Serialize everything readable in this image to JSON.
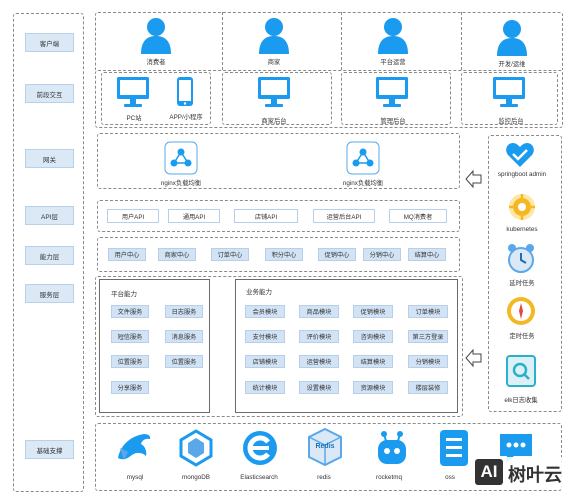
{
  "layers": [
    "客户端",
    "前段交互",
    "网关",
    "API层",
    "能力层",
    "服务层",
    "基础支撑"
  ],
  "clients": [
    "消费者",
    "商家",
    "平台运营",
    "开发/运维"
  ],
  "frontends": [
    "PC站",
    "APP/小程序",
    "商家后台",
    "管理后台",
    "监控后台"
  ],
  "gateway": [
    "nginx负载均衡",
    "nginx负载均衡"
  ],
  "apis": [
    "用户API",
    "通用API",
    "店铺API",
    "运营后台API",
    "MQ消费者"
  ],
  "centers": [
    "用户中心",
    "商家中心",
    "订单中心",
    "积分中心",
    "促销中心",
    "分销中心",
    "结算中心"
  ],
  "platform": {
    "title": "平台能力",
    "items": [
      "文件服务",
      "日志服务",
      "短信服务",
      "消息服务",
      "位置服务",
      "位置服务",
      "分享服务"
    ]
  },
  "business": {
    "title": "业务能力",
    "items": [
      "会员模块",
      "商品模块",
      "促销模块",
      "订单模块",
      "支付模块",
      "评价模块",
      "咨询模块",
      "第三方登录",
      "店铺模块",
      "运营模块",
      "结算模块",
      "分销模块",
      "统计模块",
      "设置模块",
      "资源模块",
      "楼层装修"
    ]
  },
  "ops": [
    "springboot admin",
    "kubernetes",
    "延时任务",
    "定时任务",
    "elk日志收集"
  ],
  "infra": [
    "mysql",
    "mongoDB",
    "Elasticsearch",
    "redis",
    "rocketmq",
    "oss",
    "sms"
  ],
  "infra_redis_text": "Redis",
  "watermark": {
    "badge": "AI",
    "text": "树叶云"
  },
  "colors": {
    "accent": "#1a9bf0",
    "layer_bg": "#dbe9f7",
    "button_bg": "#d2e3f5"
  }
}
